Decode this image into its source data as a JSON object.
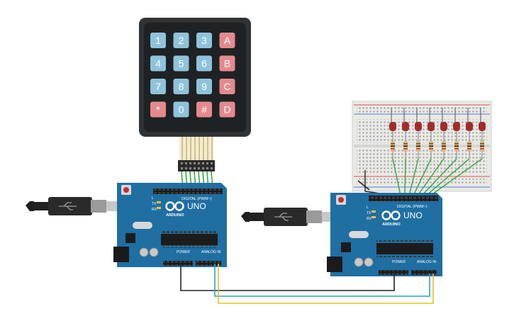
{
  "colors": {
    "background": "#ffffff",
    "keypad_body": "#2f3336",
    "key_blue": "#8ec3db",
    "key_red": "#e48a8f",
    "board_blue": "#1f6fa3",
    "breadboard": "#e9e9e6",
    "led_red": "#a42b2b",
    "wire_black": "#222222",
    "wire_blue": "#2b9fd6",
    "wire_yellow": "#e6c51c",
    "wire_green": "#3aa845"
  },
  "keypad": {
    "keys": [
      "1",
      "2",
      "3",
      "A",
      "4",
      "5",
      "6",
      "B",
      "7",
      "8",
      "9",
      "C",
      "*",
      "0",
      "#",
      "D"
    ],
    "key_colors": [
      "blue",
      "blue",
      "blue",
      "red",
      "blue",
      "blue",
      "blue",
      "red",
      "blue",
      "blue",
      "blue",
      "red",
      "red",
      "blue",
      "red",
      "red"
    ]
  },
  "boards": [
    {
      "logo_text": "UNO",
      "brand_text": "ARDUINO",
      "digital_label": "DIGITAL (PWM~)",
      "power_label": "POWER",
      "analog_label": "ANALOG IN",
      "tx_label": "TX",
      "rx_label": "RX",
      "l_label": "L"
    },
    {
      "logo_text": "UNO",
      "brand_text": "ARDUINO",
      "digital_label": "DIGITAL (PWM~)",
      "power_label": "POWER",
      "analog_label": "ANALOG IN",
      "tx_label": "TX",
      "rx_label": "RX",
      "l_label": "L"
    }
  ],
  "usb_cables": [
    {
      "icon": "usb-icon"
    },
    {
      "icon": "usb-icon"
    }
  ],
  "breadboard": {
    "led_count": 8,
    "resistor_count": 8
  }
}
